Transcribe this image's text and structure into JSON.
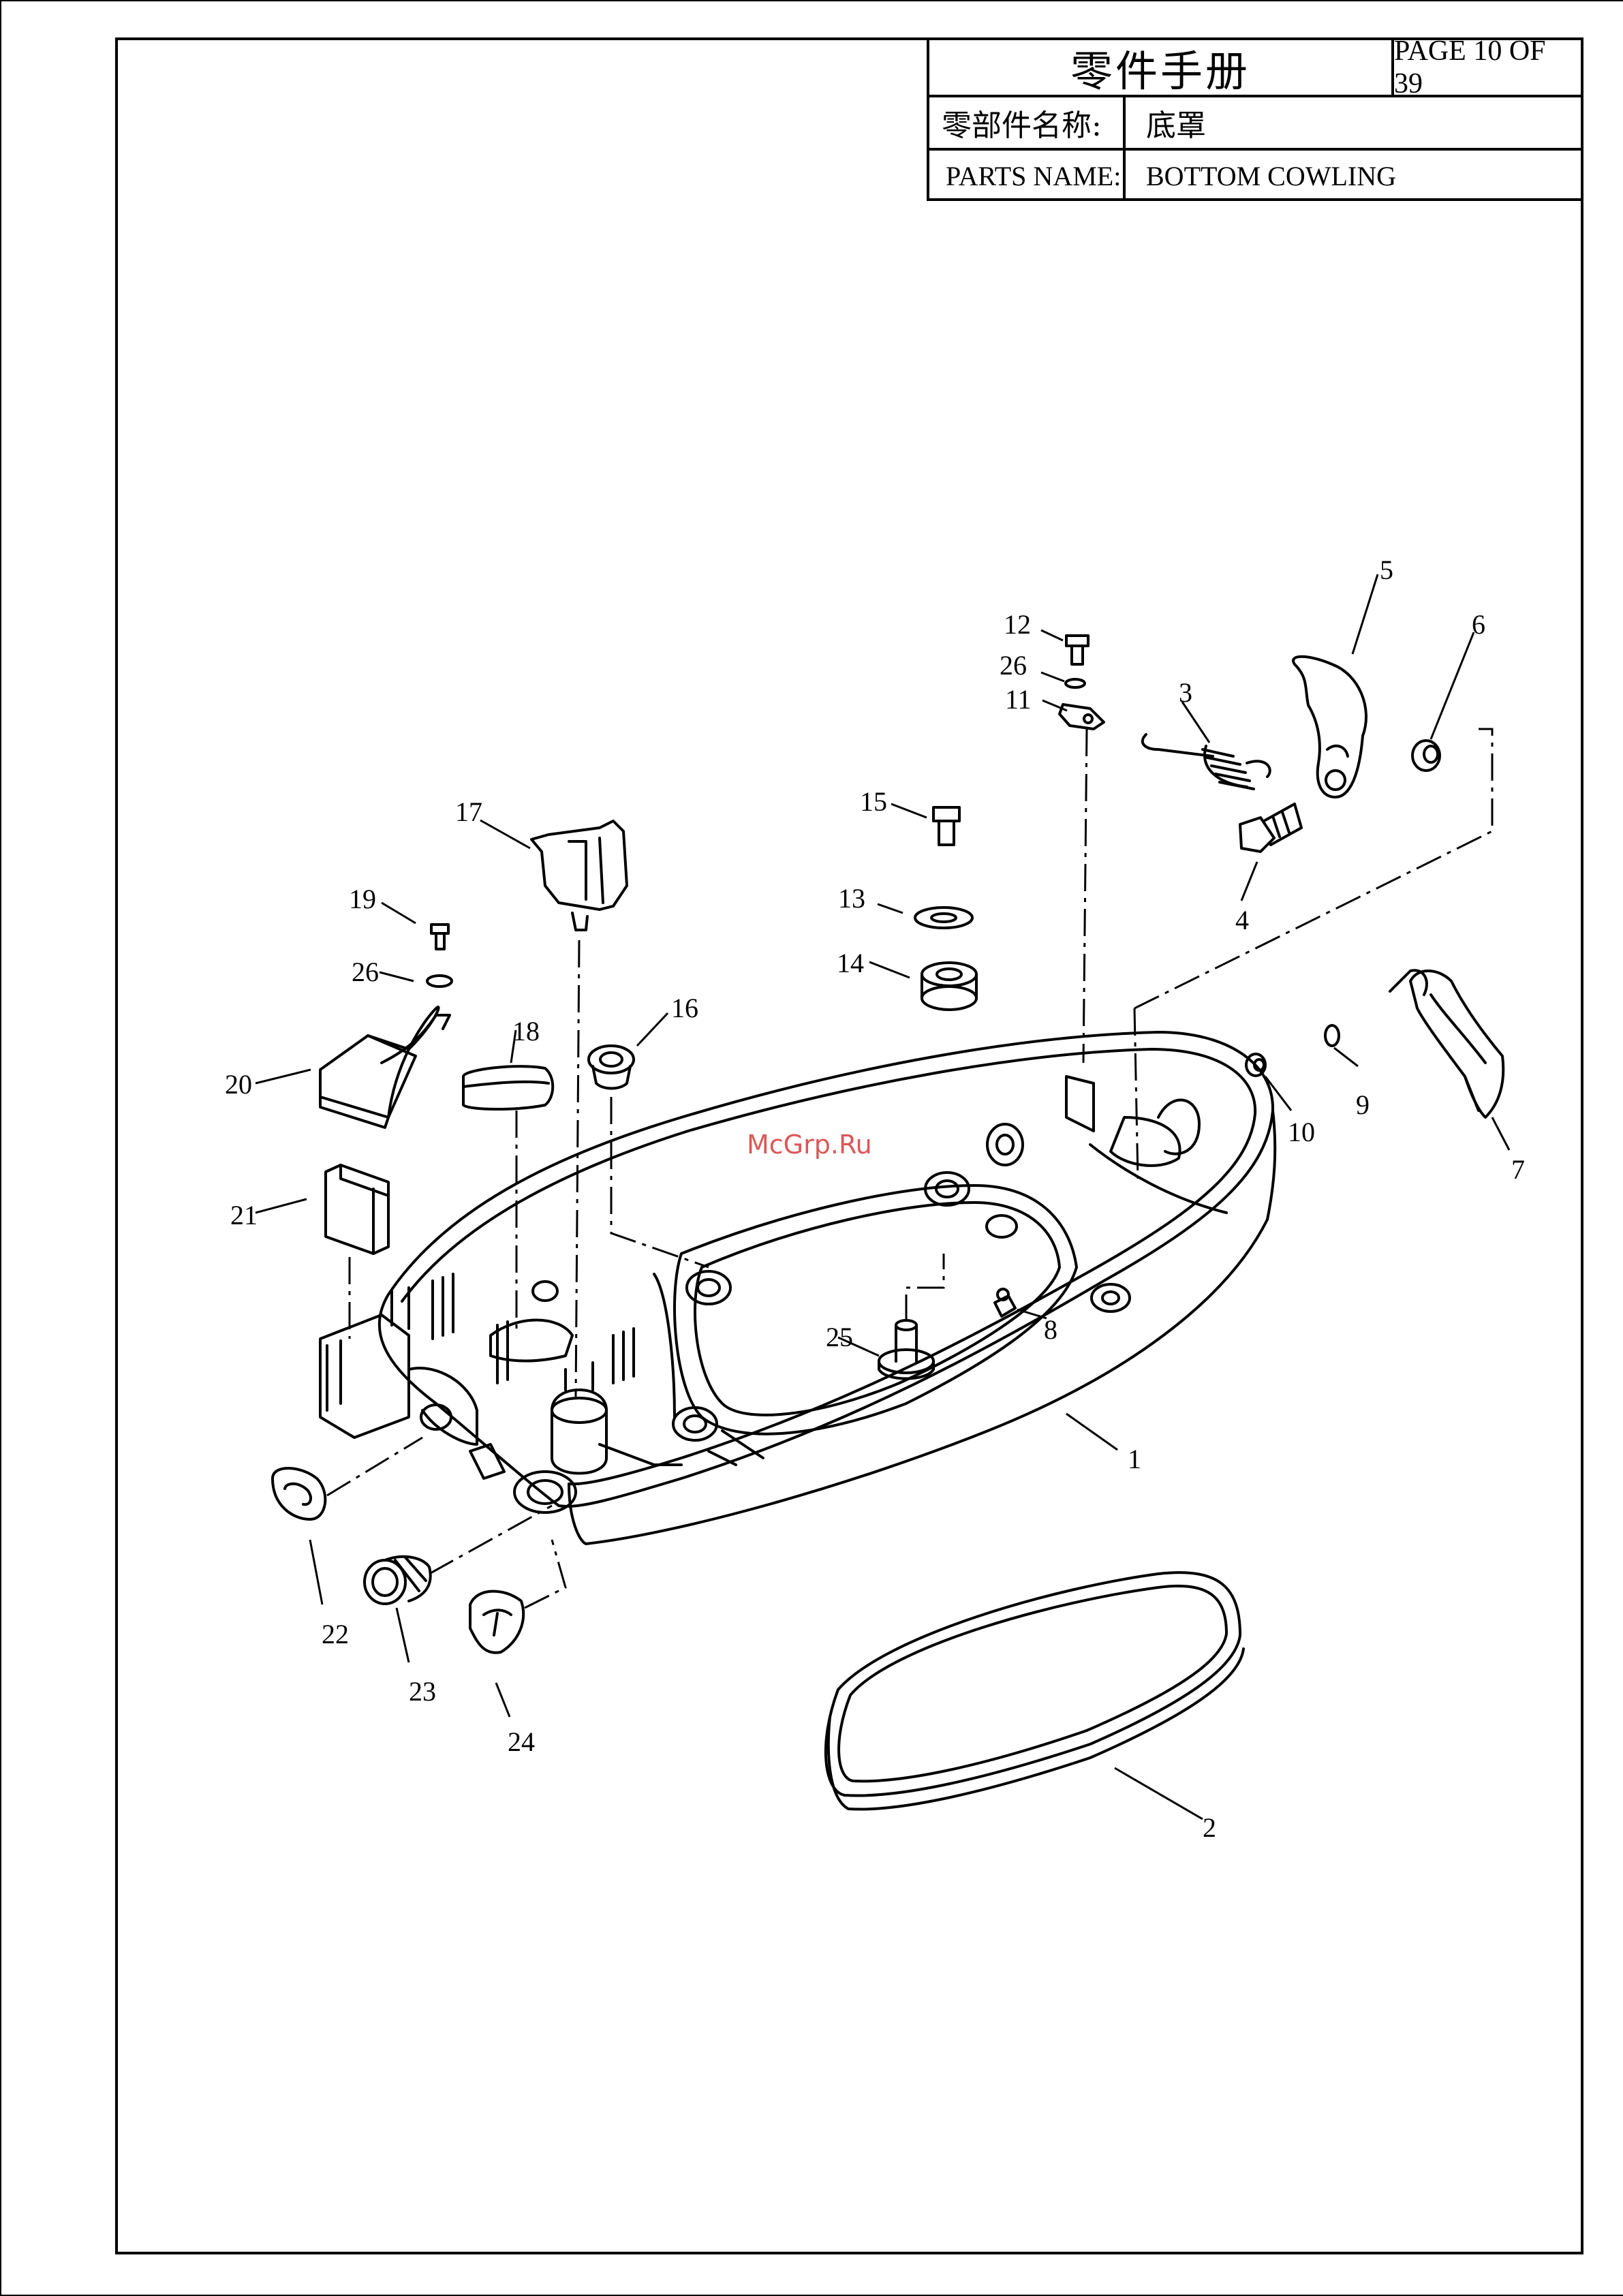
{
  "header": {
    "title": "零件手册",
    "page": "PAGE 10 OF 39",
    "label_cn": "零部件名称:",
    "value_cn": "底罩",
    "label_en": "PARTS NAME:",
    "value_en": "BOTTOM COWLING"
  },
  "watermark": "McGrp.Ru",
  "callouts": [
    "1",
    "2",
    "3",
    "4",
    "5",
    "6",
    "7",
    "8",
    "9",
    "10",
    "11",
    "12",
    "13",
    "14",
    "15",
    "16",
    "17",
    "18",
    "19",
    "20",
    "21",
    "22",
    "23",
    "24",
    "25",
    "26",
    "26"
  ],
  "colors": {
    "line": "#000000",
    "watermark": "#d63a3a"
  }
}
